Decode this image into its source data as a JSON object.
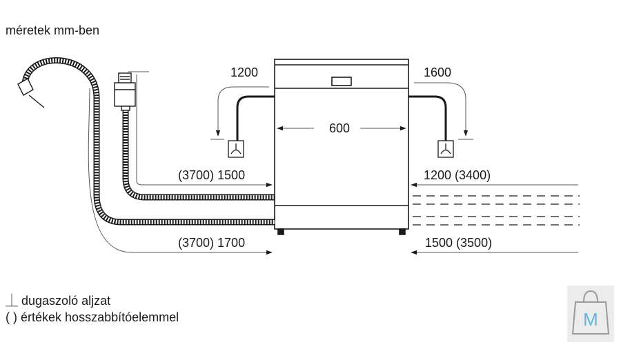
{
  "title": "méretek mm-ben",
  "dimensions": {
    "left_top": "1200",
    "right_top": "1600",
    "width": "600",
    "left_inlet": "(3700) 1500",
    "right_inlet": "1200 (3400)",
    "left_drain": "(3700) 1700",
    "right_drain": "1500 (3500)"
  },
  "legend": {
    "socket_symbol": "⏊",
    "socket_text": "dugaszoló aljzat",
    "paren_symbol": "( )",
    "paren_text": "értékek hosszabbítóelemmel"
  },
  "logo": {
    "letter": "M",
    "accent": "#5bb8d8"
  },
  "colors": {
    "line": "#1a1a1a",
    "thin": "#555555",
    "logo_bg": "#ececec"
  }
}
